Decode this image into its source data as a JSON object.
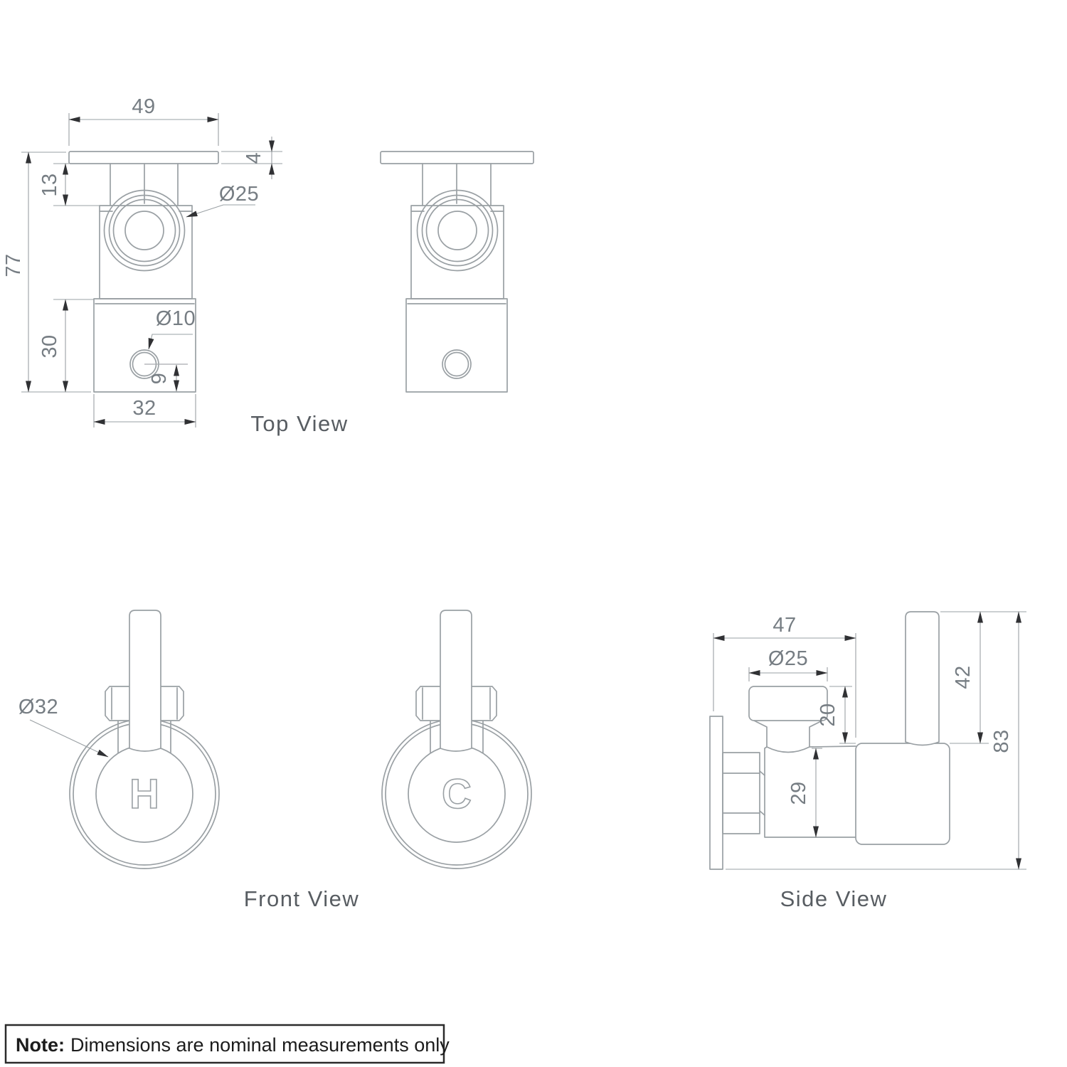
{
  "colors": {
    "background": "#ffffff",
    "geometry_line": "#9aa0a4",
    "dimension_line": "#9aa0a4",
    "arrowhead": "#303134",
    "dimension_text": "#767d83",
    "view_label_text": "#585d62",
    "note_text": "#1c1c1c",
    "note_border": "#2b2b2b"
  },
  "views": {
    "top_hot": {
      "dims": {
        "plate_width": "49",
        "plate_thickness": "4",
        "neck_height": "13",
        "overall_height": "77",
        "body_height": "30",
        "body_width": "32",
        "valve_diameter": "Ø25",
        "outlet_diameter": "Ø10",
        "outlet_offset": "9"
      }
    },
    "top_label": "Top View",
    "front_hot": {
      "marker": "H",
      "flange_diameter": "Ø32"
    },
    "front_cold": {
      "marker": "C"
    },
    "front_label": "Front View",
    "side": {
      "dims": {
        "depth": "47",
        "cap_diameter": "Ø25",
        "cap_height": "20",
        "body_height": "29",
        "lever_height": "42",
        "overall_height": "83"
      }
    },
    "side_label": "Side View"
  },
  "note": {
    "prefix": "Note:",
    "body": "Dimensions are nominal measurements only"
  }
}
